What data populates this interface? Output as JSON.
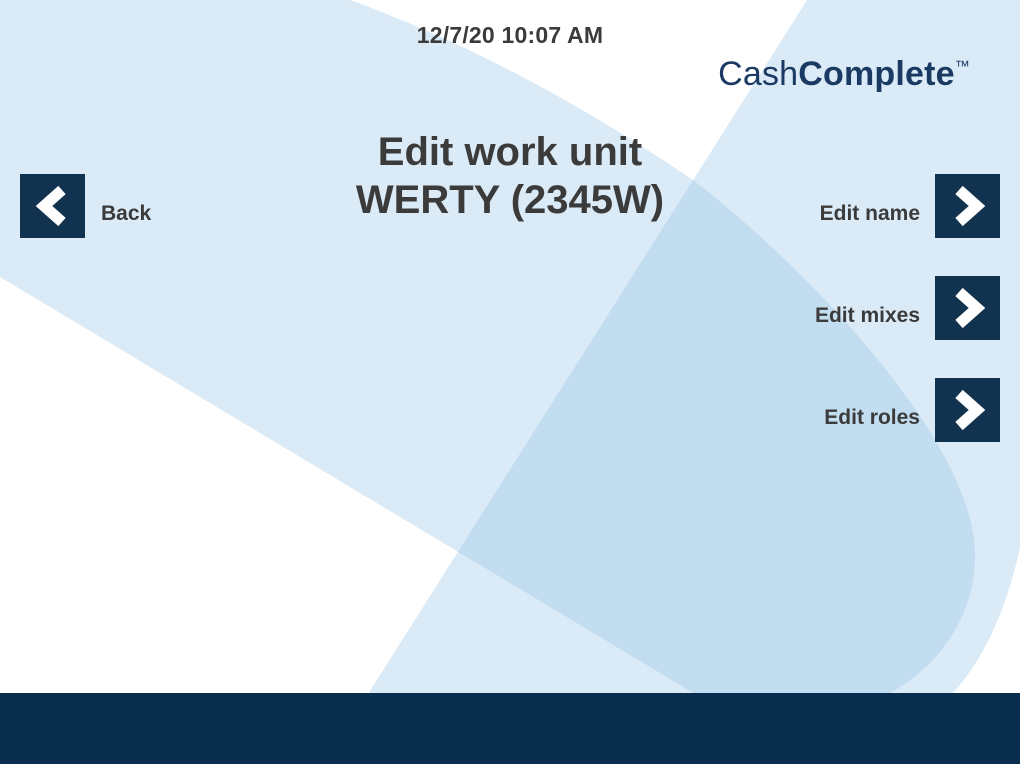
{
  "header": {
    "timestamp": "12/7/20 10:07 AM",
    "brand": {
      "prefix": "Cash",
      "bold": "Complete",
      "tm": "™"
    }
  },
  "title": {
    "line1": "Edit work unit",
    "line2": "WERTY (2345W)"
  },
  "back": {
    "label": "Back"
  },
  "menu": {
    "items": [
      {
        "label": "Edit name"
      },
      {
        "label": "Edit mixes"
      },
      {
        "label": "Edit roles"
      }
    ]
  },
  "colors": {
    "button_navy": "#12334F",
    "footer_navy": "#082D4D",
    "logo_navy": "#1B3A63",
    "text_dark": "#3B3B3B",
    "background_tint": "#95C3E5"
  }
}
